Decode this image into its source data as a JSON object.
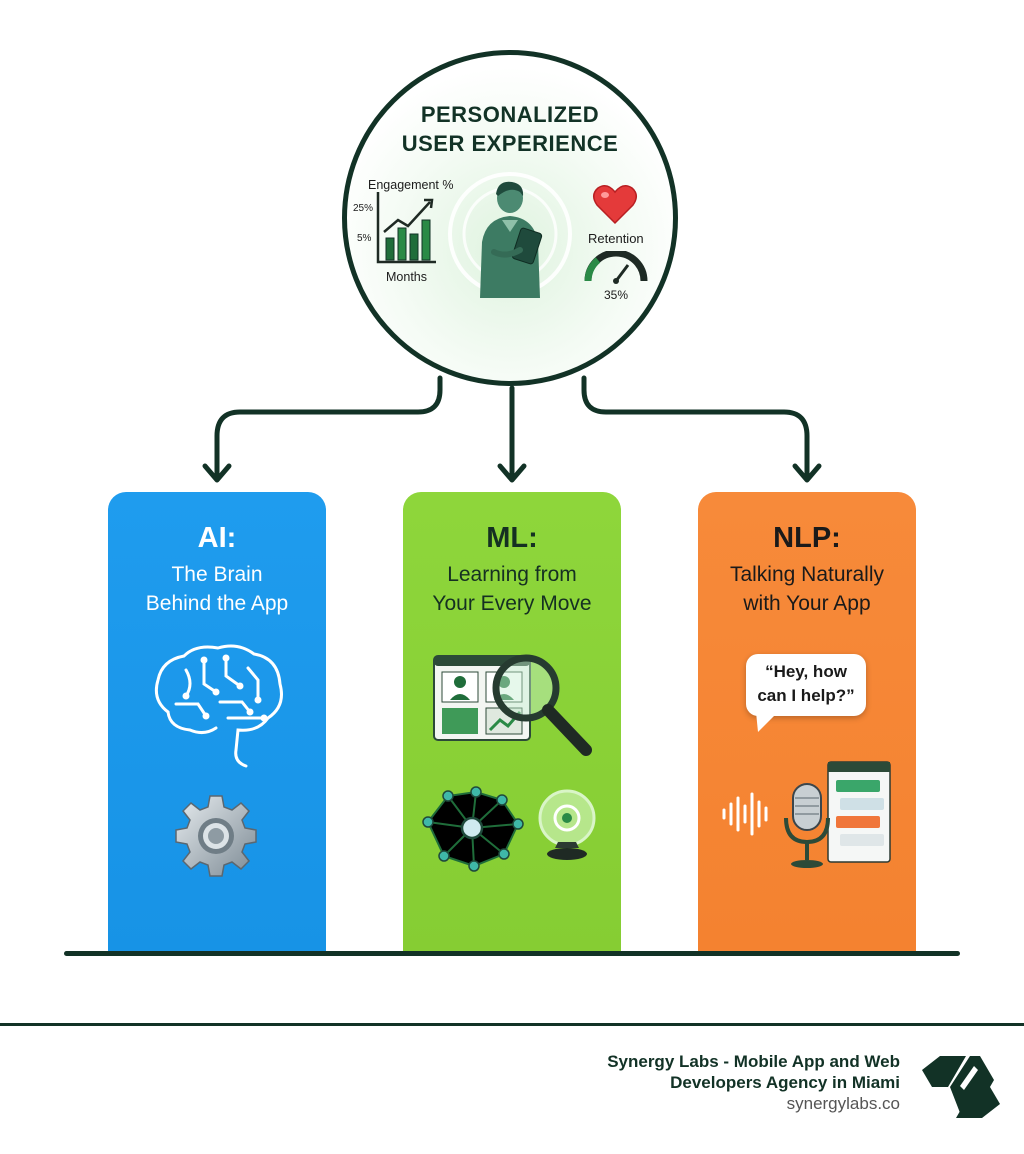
{
  "hub": {
    "title_line1": "PERSONALIZED",
    "title_line2": "USER EXPERIENCE",
    "engagement_label": "Engagement %",
    "tick_high": "25%",
    "tick_low": "5%",
    "x_label": "Months",
    "retention_label": "Retention",
    "retention_value": "35%",
    "retention_level": 0.35,
    "icons": [
      "bar-chart-icon",
      "person-with-tablet-icon",
      "heart-icon",
      "gauge-icon"
    ]
  },
  "columns": [
    {
      "heading": "AI:",
      "line1": "The Brain",
      "line2": "Behind the App",
      "color": "#1a97ea",
      "icons": [
        "brain-circuit-icon",
        "gear-icon"
      ]
    },
    {
      "heading": "ML:",
      "line1": "Learning from",
      "line2": "Your Every Move",
      "color": "#8ad238",
      "icons": [
        "profile-window-icon",
        "magnifier-icon",
        "neural-network-icon",
        "sensor-icon"
      ]
    },
    {
      "heading": "NLP:",
      "line1": "Talking Naturally",
      "line2": "with Your App",
      "color": "#f58634",
      "icons": [
        "speech-bubble-icon",
        "microphone-icon",
        "chat-window-icon"
      ]
    }
  ],
  "bubble": {
    "line1": "“Hey, how",
    "line2": "can I help?”"
  },
  "footer": {
    "line1": "Synergy Labs - Mobile App and Web",
    "line2": "Developers Agency in Miami",
    "url": "synergylabs.co",
    "logo_icon": "synergy-labs-logo-icon",
    "brand_color": "#123226"
  }
}
